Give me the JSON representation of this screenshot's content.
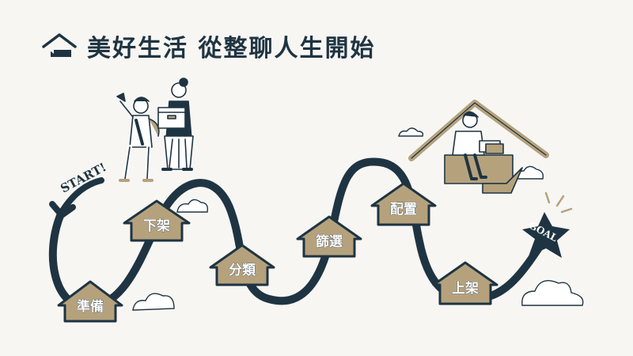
{
  "header": {
    "title": "美好生活 從整聊人生開始",
    "icon": "home-icon"
  },
  "markers": {
    "start": "START!",
    "goal": "GOAL"
  },
  "steps": [
    {
      "label": "準備"
    },
    {
      "label": "下架"
    },
    {
      "label": "分類"
    },
    {
      "label": "篩選"
    },
    {
      "label": "配置"
    },
    {
      "label": "上架"
    }
  ],
  "colors": {
    "path": "#1f3442",
    "house": "#b5a27d",
    "background": "#f7f6f3",
    "cloud": "#ffffff"
  }
}
